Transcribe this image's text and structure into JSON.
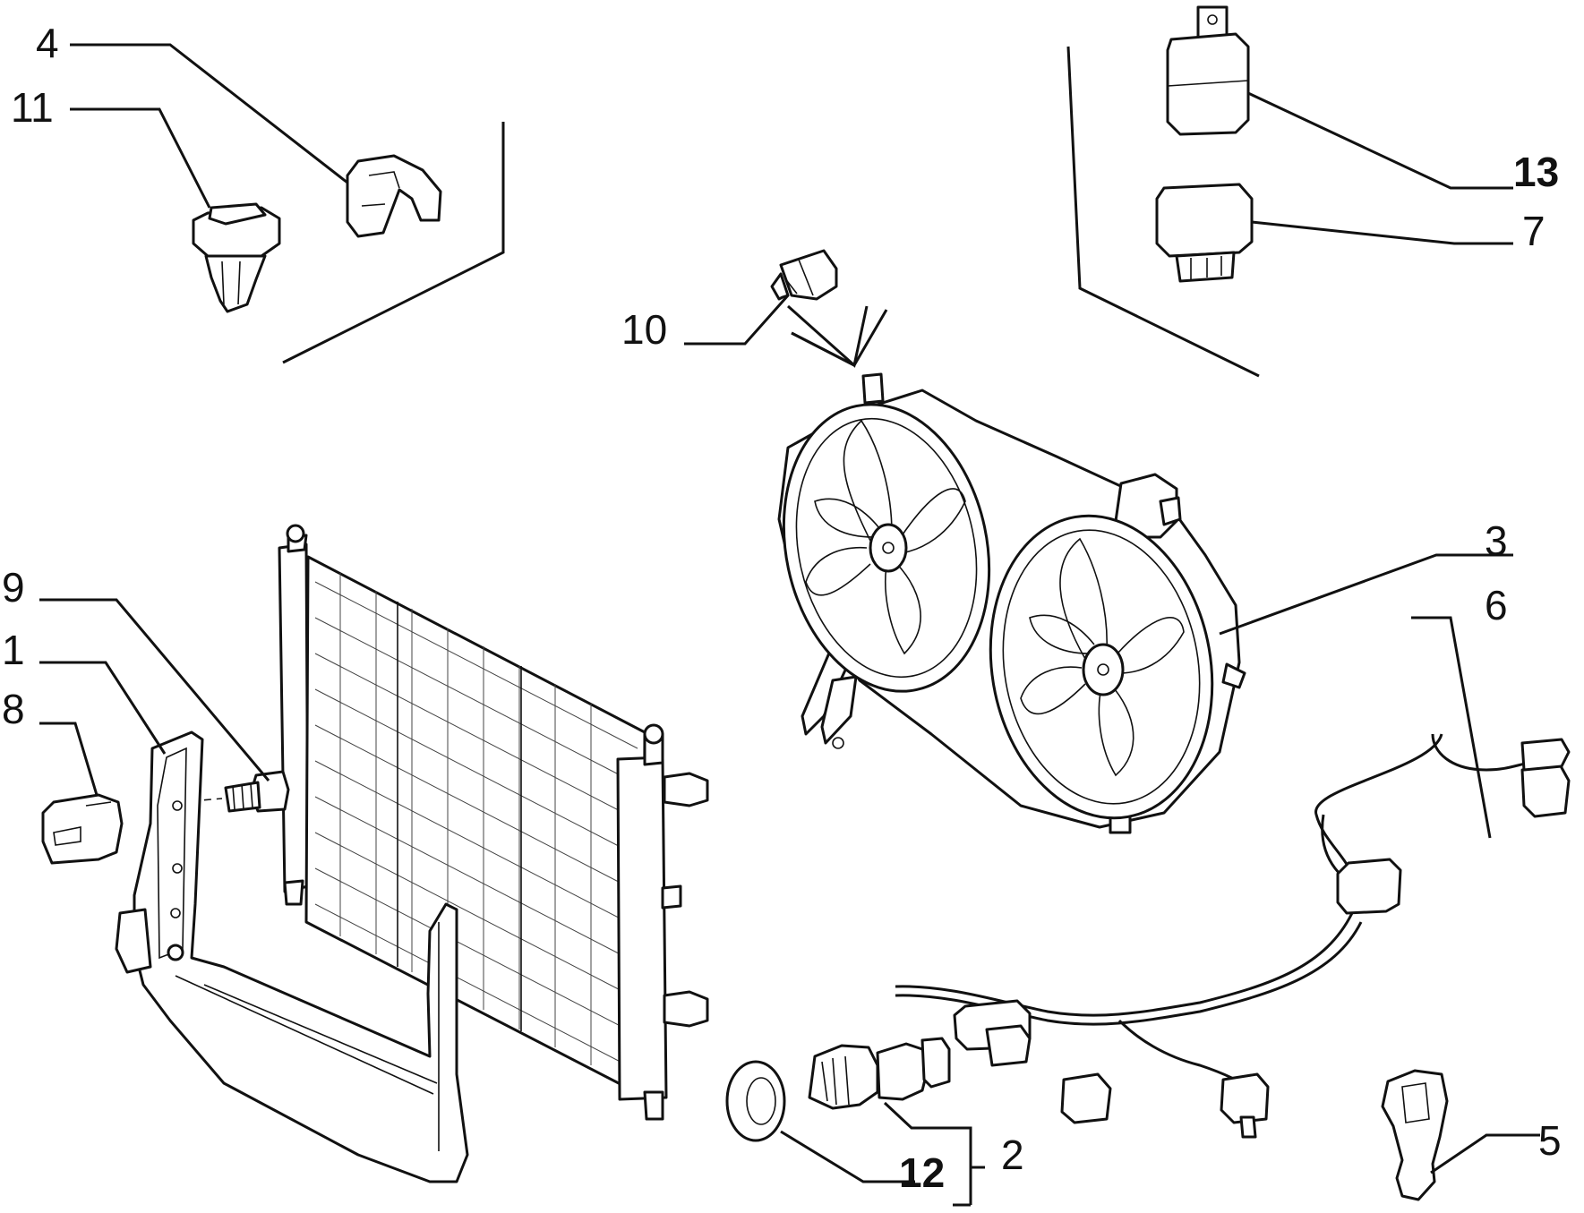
{
  "callouts": [
    {
      "id": "4",
      "label": "4"
    },
    {
      "id": "11",
      "label": "11"
    },
    {
      "id": "10",
      "label": "10"
    },
    {
      "id": "13",
      "label": "13"
    },
    {
      "id": "7",
      "label": "7"
    },
    {
      "id": "3",
      "label": "3"
    },
    {
      "id": "6",
      "label": "6"
    },
    {
      "id": "9",
      "label": "9"
    },
    {
      "id": "1",
      "label": "1"
    },
    {
      "id": "8",
      "label": "8"
    },
    {
      "id": "2",
      "label": "2"
    },
    {
      "id": "12",
      "label": "12"
    },
    {
      "id": "5",
      "label": "5"
    }
  ]
}
